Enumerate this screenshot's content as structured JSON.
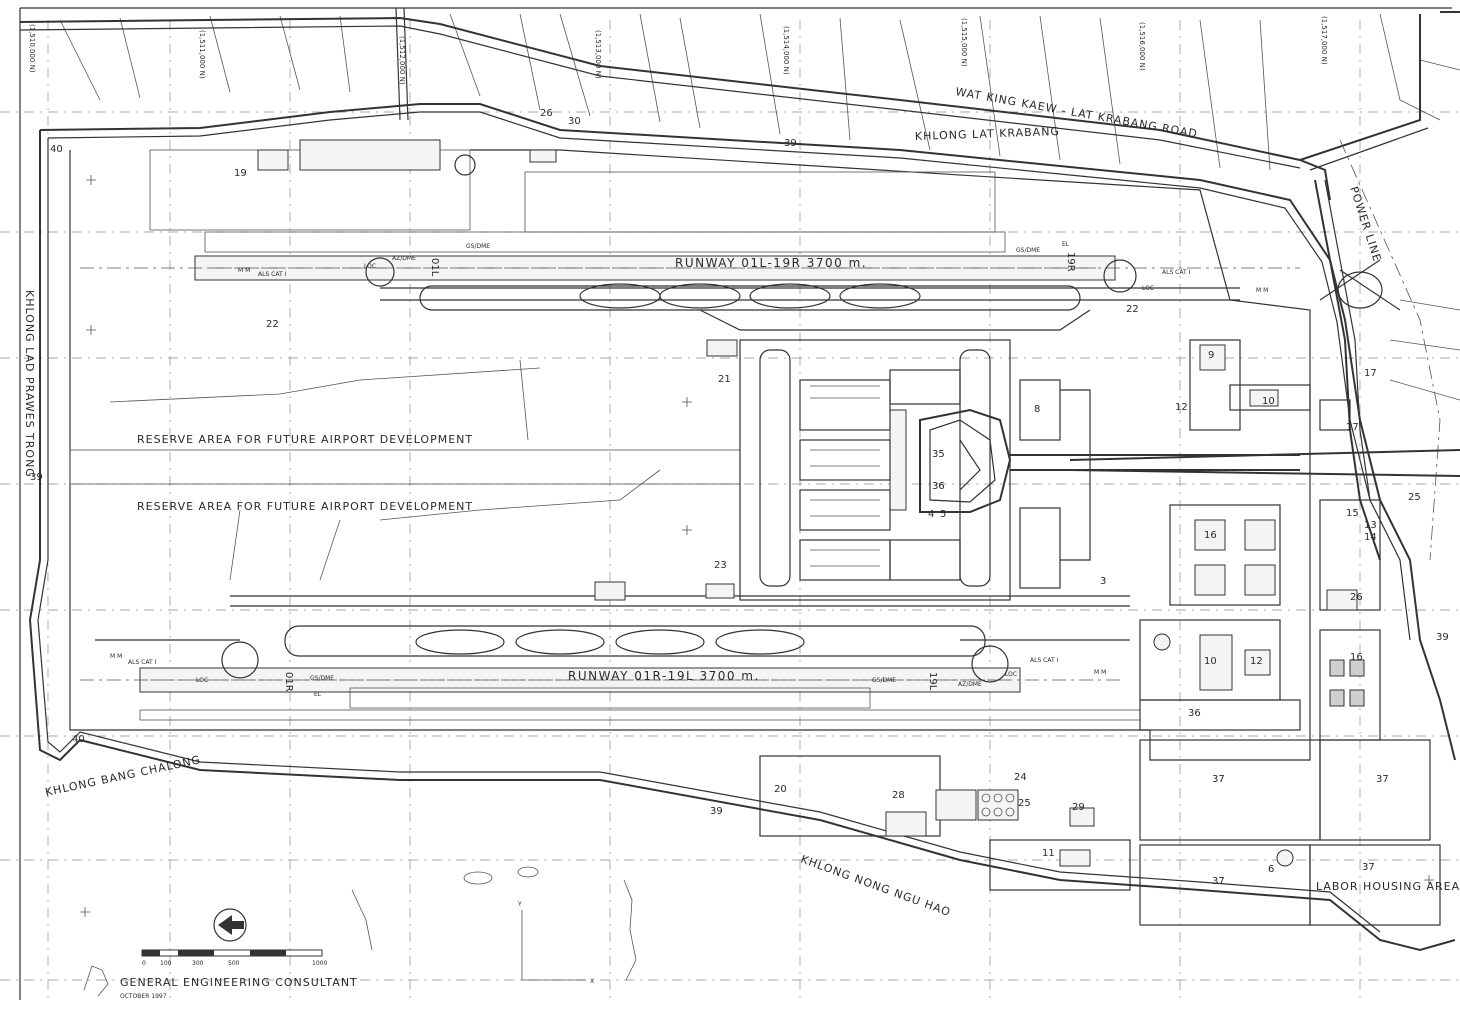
{
  "plan": {
    "runways": [
      "RUNWAY 01L-19R  3700 m.",
      "RUNWAY 01R-19L  3700 m."
    ],
    "runway_ends": [
      "01L",
      "19R",
      "01R",
      "19L"
    ],
    "reserve_areas": [
      "RESERVE AREA FOR FUTURE AIRPORT DEVELOPMENT",
      "RESERVE AREA FOR FUTURE AIRPORT DEVELOPMENT"
    ],
    "waterways": {
      "north": "KHLONG LAT KRABANG",
      "west": "KHLONG LAD PRAWES TRONG",
      "southwest": "KHLONG BANG CHALONG",
      "south": "KHLONG NONG NGU HAO"
    },
    "road": "WAT KING KAEW - LAT KRABANG ROAD",
    "power_line": "POWER LINE",
    "labor_housing": "LABOR HOUSING AREA",
    "grid_labels": [
      "(1,510,000 N)",
      "(1,511,000 N)",
      "(1,512,000 N)",
      "(1,513,000 N)",
      "(1,514,000 N)",
      "(1,515,000 N)",
      "(1,516,000 N)",
      "(1,517,000 N)"
    ],
    "navaids": {
      "als": "ALS CAT I",
      "mm": "M M",
      "loc": "LOC",
      "gs": "GS/DME",
      "az": "AZ/DME",
      "el": "EL"
    },
    "facility_numbers": [
      "40",
      "19",
      "26",
      "30",
      "39",
      "22",
      "21",
      "9",
      "12",
      "10",
      "17",
      "8",
      "35",
      "36",
      "5",
      "4",
      "25",
      "15",
      "13",
      "14",
      "16",
      "3",
      "23",
      "26",
      "39",
      "10",
      "12",
      "36",
      "16",
      "37",
      "40",
      "20",
      "28",
      "24",
      "25",
      "29",
      "39",
      "11",
      "37",
      "6",
      "37",
      "37",
      "17",
      "22"
    ],
    "scale": {
      "ticks": [
        "0",
        "100",
        "300",
        "500",
        "1000"
      ],
      "north_axis_y": "Y",
      "north_axis_x": "X"
    },
    "credit": "GENERAL ENGINEERING CONSULTANT",
    "date": "OCTOBER 1997"
  },
  "colors": {
    "ink": "#333333",
    "paper": "#ffffff",
    "grid": "#8a8a8a"
  }
}
